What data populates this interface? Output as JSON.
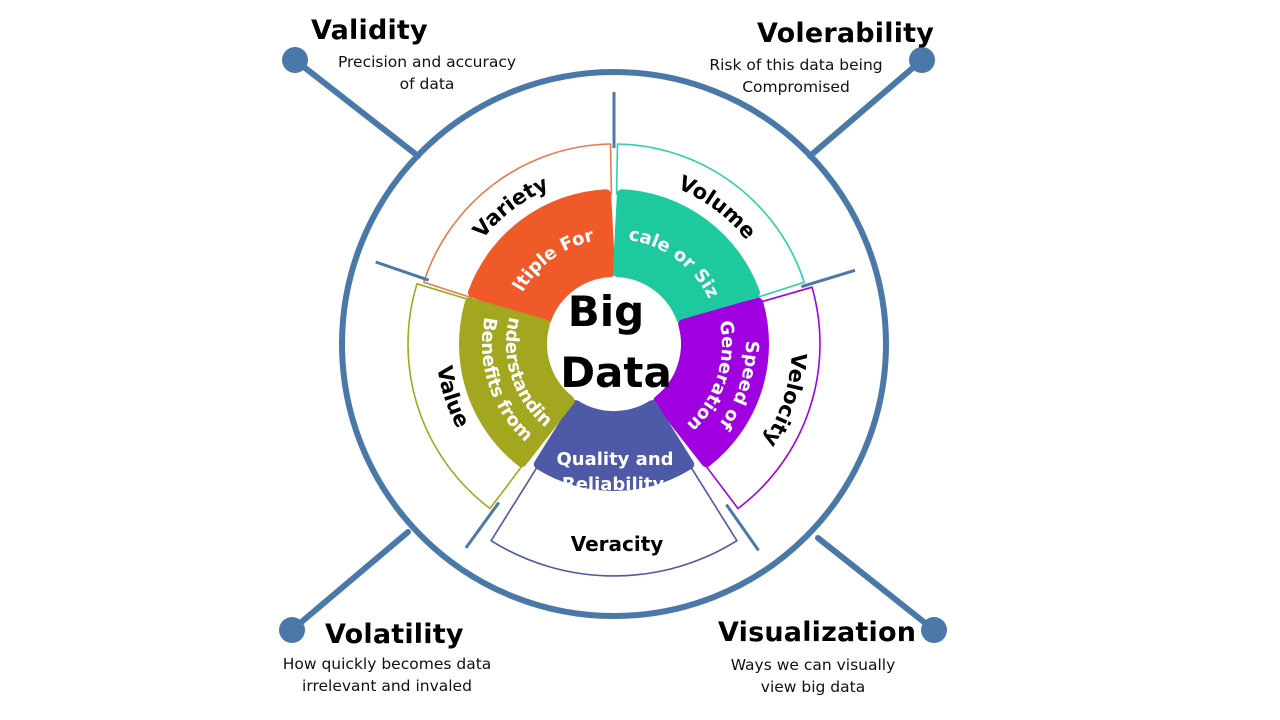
{
  "center": {
    "line1": "Big",
    "line2": "Data"
  },
  "corners": {
    "validity": {
      "title": "Validity",
      "desc1": "Precision and accuracy",
      "desc2": "of data"
    },
    "volerability": {
      "title": "Volerability",
      "desc1": "Risk of this data being",
      "desc2": "Compromised"
    },
    "volatility": {
      "title": "Volatility",
      "desc1": "How quickly becomes data",
      "desc2": "irrelevant and invaled"
    },
    "visualization": {
      "title": "Visualization",
      "desc1": "Ways we can visually",
      "desc2": "view big data"
    }
  },
  "segments": {
    "variety": {
      "title": "Variety",
      "inner": "Multiple Forms",
      "color": "#f05a28"
    },
    "volume": {
      "title": "Volume",
      "inner": "Scale or Size",
      "color": "#1ec9a0"
    },
    "velocity": {
      "title": "Velocity",
      "inner1": "Speed of",
      "inner2": "Generation",
      "color": "#a000e0"
    },
    "veracity": {
      "title": "Veracity",
      "inner1": "Quality and",
      "inner2": "Reliability",
      "color": "#4e59a8"
    },
    "value": {
      "title": "Value",
      "inner1": "Benefits from",
      "inner2": "understanding",
      "color": "#a3a61f"
    }
  },
  "colors": {
    "ring": "#4a78a8",
    "node": "#4a78a8"
  }
}
